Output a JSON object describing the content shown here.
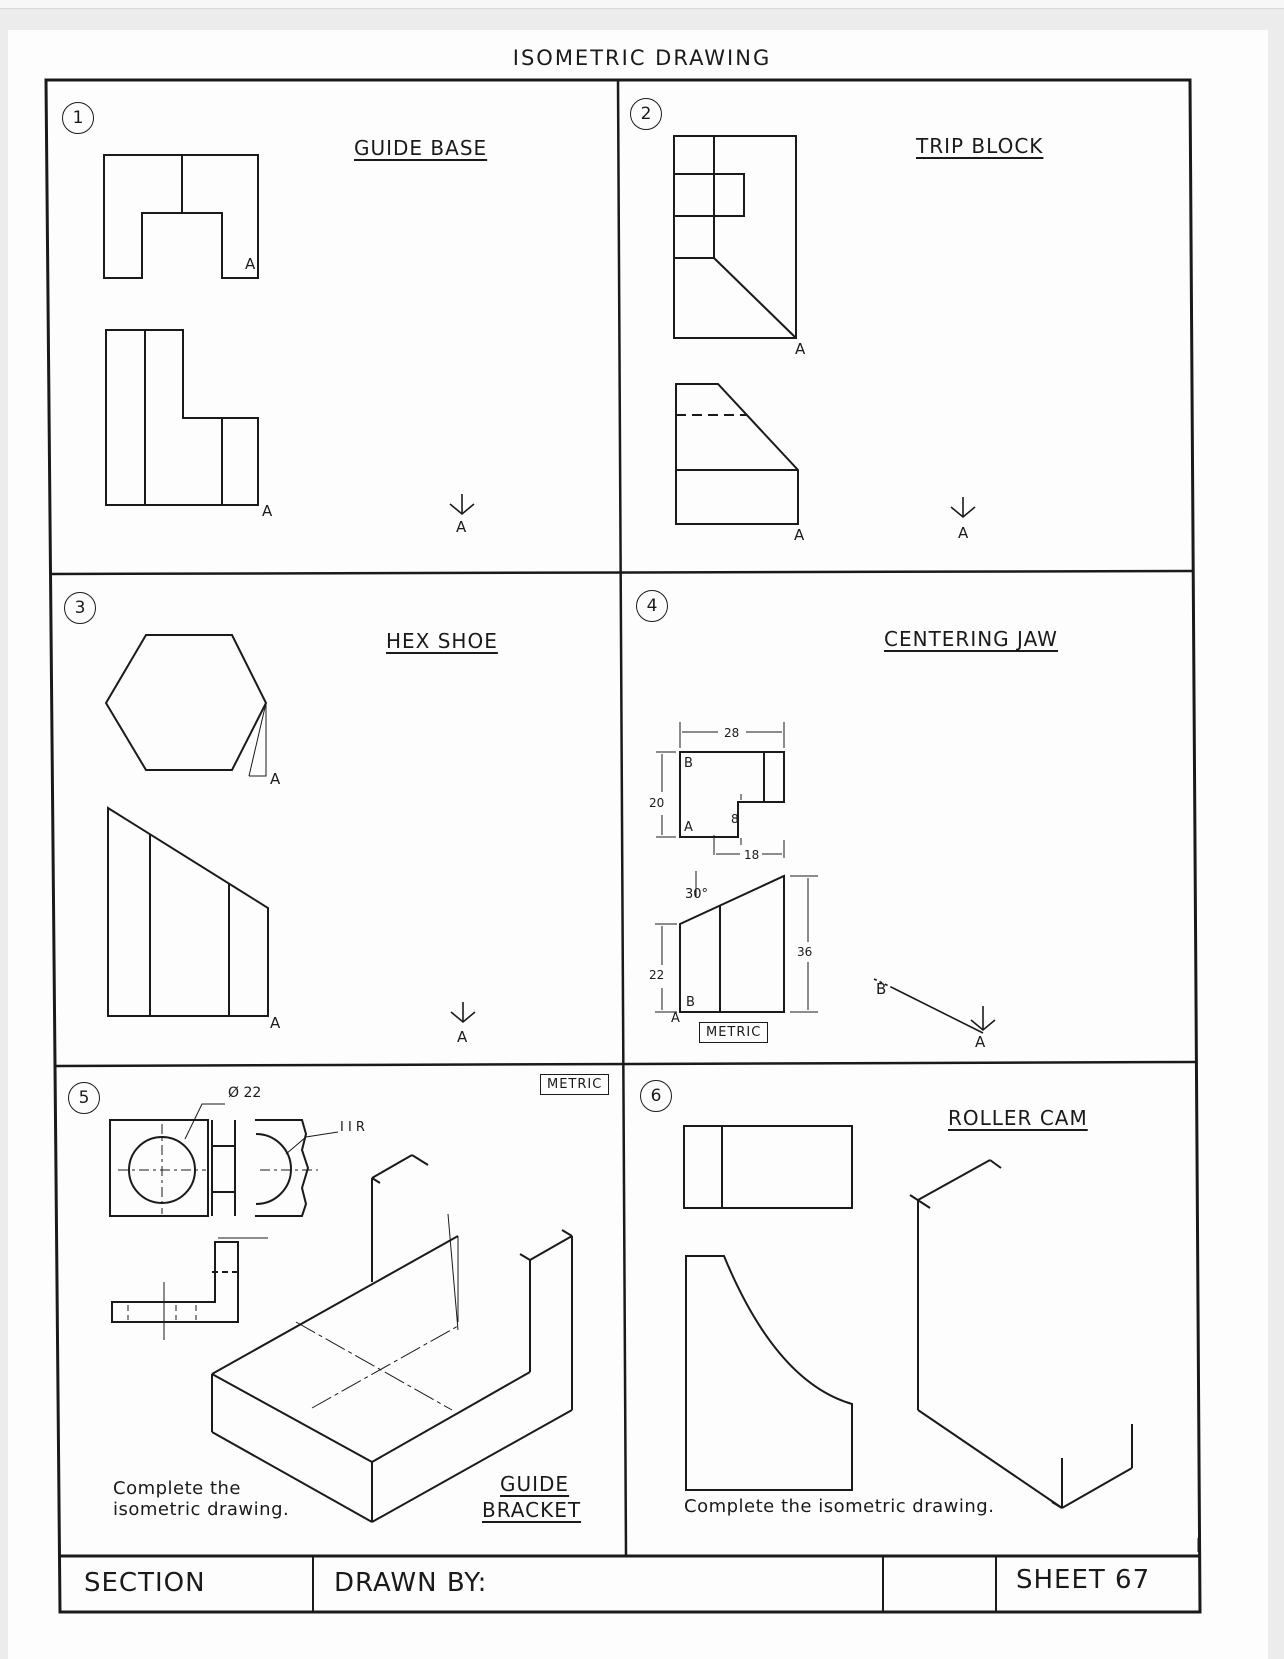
{
  "title": "ISOMETRIC DRAWING",
  "panels": [
    {
      "number": "1",
      "name": "GUIDE BASE"
    },
    {
      "number": "2",
      "name": "TRIP BLOCK"
    },
    {
      "number": "3",
      "name": "HEX SHOE"
    },
    {
      "number": "4",
      "name": "CENTERING JAW"
    },
    {
      "number": "5",
      "name_line1": "GUIDE",
      "name_line2": "BRACKET"
    },
    {
      "number": "6",
      "name": "ROLLER CAM"
    }
  ],
  "view_letters": {
    "a": "A",
    "b": "B"
  },
  "dimensions": {
    "width_top": "28",
    "height_top": "20",
    "step": "8",
    "width_bottom": "18",
    "angle": "30°",
    "height_front": "22",
    "height_right": "36",
    "diameter": "Ø 22",
    "radius": "I I R"
  },
  "metric_label": "METRIC",
  "instructions": {
    "panel5_line1": "Complete the",
    "panel5_line2": "isometric drawing.",
    "panel6": "Complete the isometric drawing."
  },
  "title_block": {
    "section": "SECTION",
    "drawn_by": "DRAWN BY:",
    "sheet": "SHEET 67"
  },
  "margin_mark": "I",
  "colors": {
    "ink": "#1a1a1a",
    "paper": "#fdfdfd",
    "background": "#ececec"
  }
}
